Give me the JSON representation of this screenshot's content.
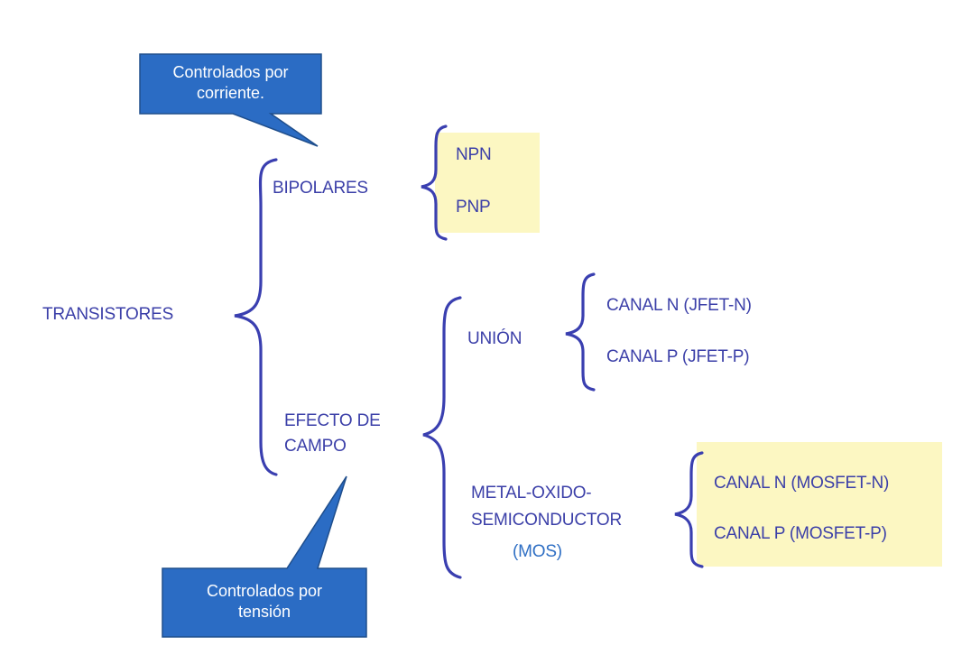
{
  "root": {
    "label": "TRANSISTORES"
  },
  "bipolar": {
    "label": "BIPOLARES",
    "items": [
      "NPN",
      "PNP"
    ]
  },
  "field_effect": {
    "label_line1": "EFECTO DE",
    "label_line2": "CAMPO",
    "union": {
      "label": "UNIÓN",
      "items": [
        "CANAL N  (JFET-N)",
        "CANAL P (JFET-P)"
      ]
    },
    "mos": {
      "label_line1": "METAL-OXIDO-",
      "label_line2": "SEMICONDUCTOR",
      "abbr": "(MOS)",
      "items": [
        "CANAL N  (MOSFET-N)",
        "CANAL P (MOSFET-P)"
      ]
    }
  },
  "callouts": {
    "current": {
      "line1": "Controlados por",
      "line2": "corriente."
    },
    "voltage": {
      "line1": "Controlados por",
      "line2": "tensión"
    }
  },
  "colors": {
    "text": "#3b3fa8",
    "bracket": "#3a3fb0",
    "highlight": "#fcf7c2",
    "callout_fill": "#2b6cc4",
    "callout_border": "#1f4e8c"
  }
}
